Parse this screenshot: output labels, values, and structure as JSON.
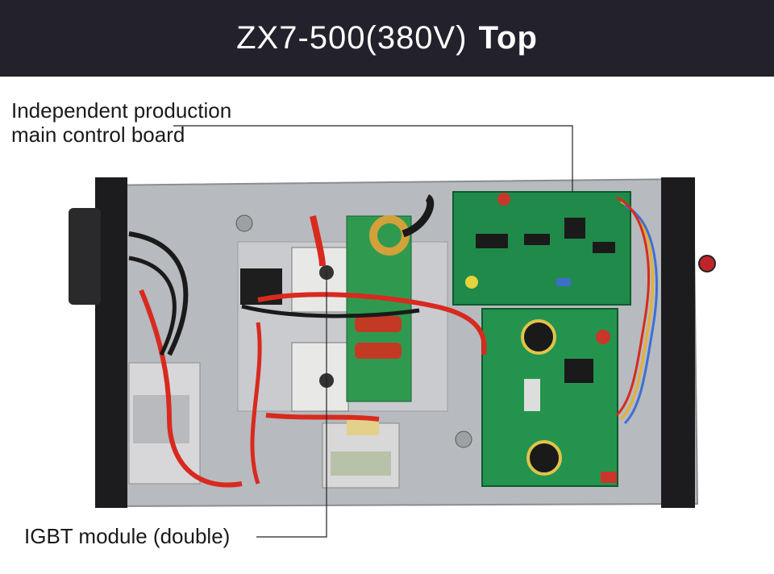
{
  "header": {
    "title_model": "ZX7-500(380V)",
    "title_view": "Top"
  },
  "callouts": {
    "main_board_line1": "Independent production",
    "main_board_line2": "main control board",
    "igbt": "IGBT module (double)"
  },
  "colors": {
    "header_bg": "#23222c",
    "pcb_green": "#1f8a4a",
    "cable_red": "#d82a1e",
    "chassis": "#b9bcc0"
  }
}
